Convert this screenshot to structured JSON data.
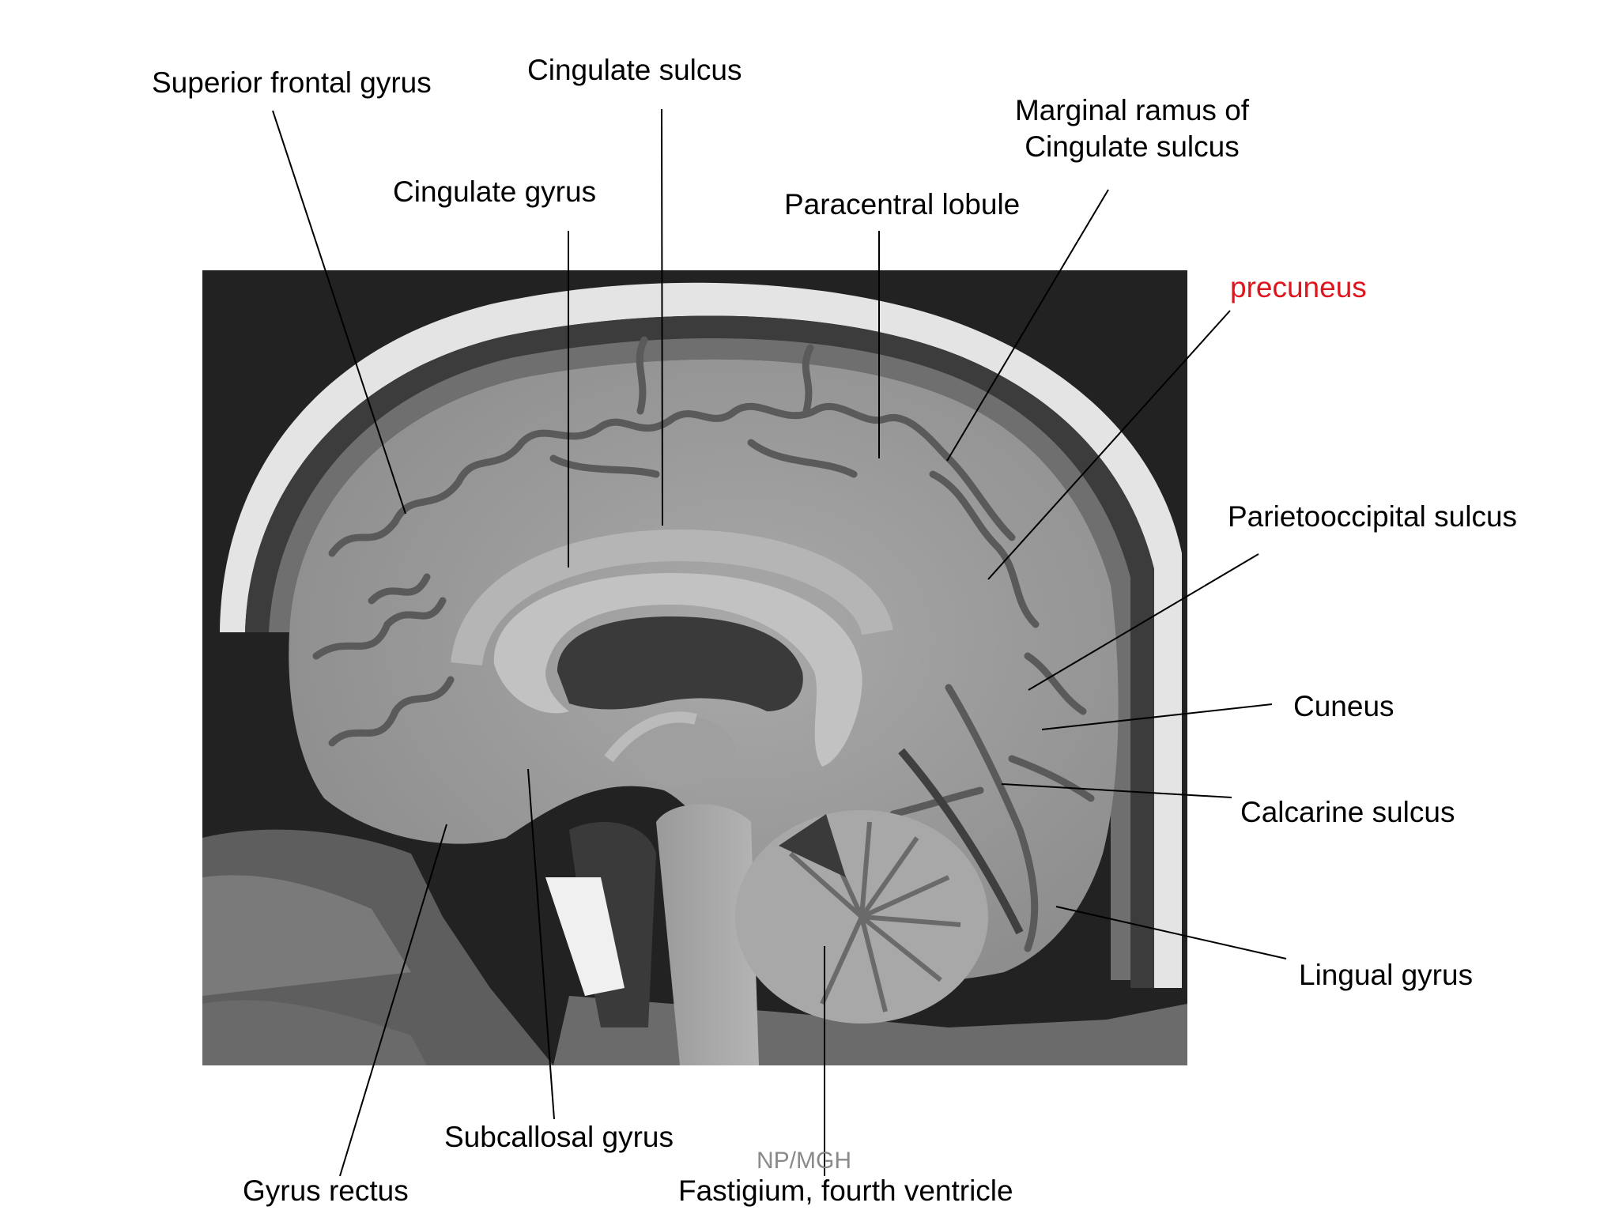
{
  "figure": {
    "credit": "NP/MGH",
    "colors": {
      "text": "#000000",
      "highlight": "#e0141c",
      "credit": "#8a8a8a",
      "leader": "#000000",
      "mri_background": "#222222"
    },
    "labels": {
      "superior_frontal_gyrus": "Superior frontal gyrus",
      "cingulate_sulcus": "Cingulate sulcus",
      "cingulate_gyrus": "Cingulate gyrus",
      "marginal_ramus_line1": "Marginal ramus of",
      "marginal_ramus_line2": "Cingulate sulcus",
      "paracentral_lobule": "Paracentral lobule",
      "precuneus": "precuneus",
      "parietooccipital_sulcus": "Parietooccipital sulcus",
      "cuneus": "Cuneus",
      "calcarine_sulcus": "Calcarine sulcus",
      "lingual_gyrus": "Lingual gyrus",
      "subcallosal_gyrus": "Subcallosal gyrus",
      "gyrus_rectus": "Gyrus rectus",
      "fastigium": "Fastigium, fourth ventricle"
    }
  }
}
